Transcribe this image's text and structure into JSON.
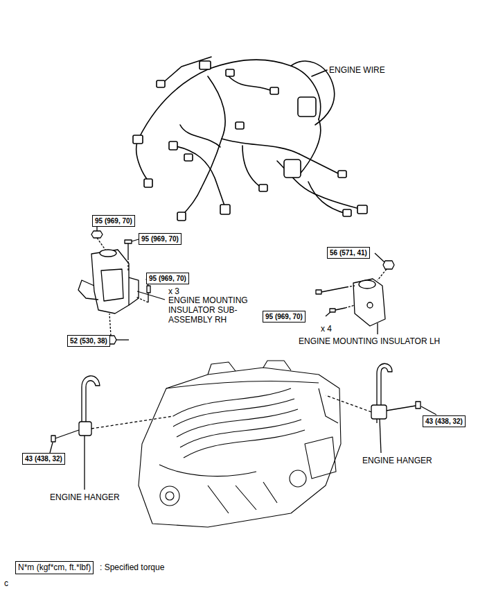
{
  "diagram": {
    "nodes": [
      {
        "text": [
          "95 (969, 70)"
        ]
      },
      {
        "text": [
          "95 (969, 70)"
        ]
      },
      {
        "text": [
          "95 (969, 70)"
        ]
      },
      {
        "text": [
          "56 (571, 41)"
        ]
      },
      {
        "text": [
          "95 (969, 70)"
        ]
      },
      {
        "text": [
          "52 (530, 38)"
        ]
      },
      {
        "text": [
          "43 (438, 32)"
        ]
      },
      {
        "text": [
          "43 (438, 32)"
        ]
      },
      {
        "text": [
          "N*m (kgf*cm, ft.*lbf)"
        ]
      }
    ],
    "labels": [
      "ENGINE WIRE",
      "x 3",
      "ENGINE MOUNTING INSULATOR SUB-ASSEMBLY RH",
      "x 4",
      "ENGINE MOUNTING INSULATOR LH",
      "ENGINE HANGER",
      "ENGINE HANGER",
      ": Specified torque",
      "c"
    ]
  }
}
